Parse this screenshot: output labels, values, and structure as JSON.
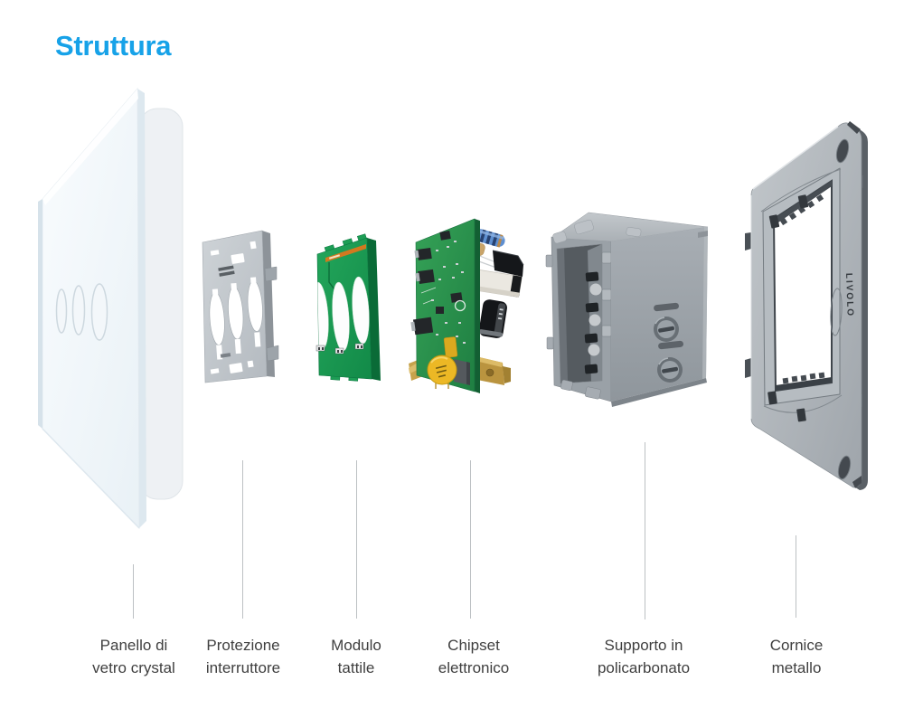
{
  "page": {
    "title": "Struttura"
  },
  "brand_text": "LIVOLO",
  "parts": [
    {
      "id": "glass-panel",
      "label_line1": "Panello di",
      "label_line2": "vetro crystal"
    },
    {
      "id": "switch-protection",
      "label_line1": "Protezione",
      "label_line2": "interruttore"
    },
    {
      "id": "touch-module",
      "label_line1": "Modulo",
      "label_line2": "tattile"
    },
    {
      "id": "electronic-chipset",
      "label_line1": "Chipset",
      "label_line2": "elettronico"
    },
    {
      "id": "polycarbonate-support",
      "label_line1": "Supporto in",
      "label_line2": "policarbonato"
    },
    {
      "id": "metal-frame",
      "label_line1": "Cornice",
      "label_line2": "metallo"
    }
  ],
  "colors": {
    "background": "#ffffff",
    "accent": "#17a2e8",
    "label_text": "#3f3f3f",
    "leader_line": "#bcc0c3",
    "glass_white": "#f7fafc",
    "plastic_gray": "#c3c8cd",
    "pcb_green": "#1d9e55",
    "chipset_green": "#2f9b52",
    "support_gray": "#9aa1a7",
    "metal_gray": "#aab0b6",
    "brass": "#ba943f",
    "inductor_blue": "#5e8fd0",
    "flex_orange": "#d2791f",
    "disc_yellow": "#ecb825"
  }
}
